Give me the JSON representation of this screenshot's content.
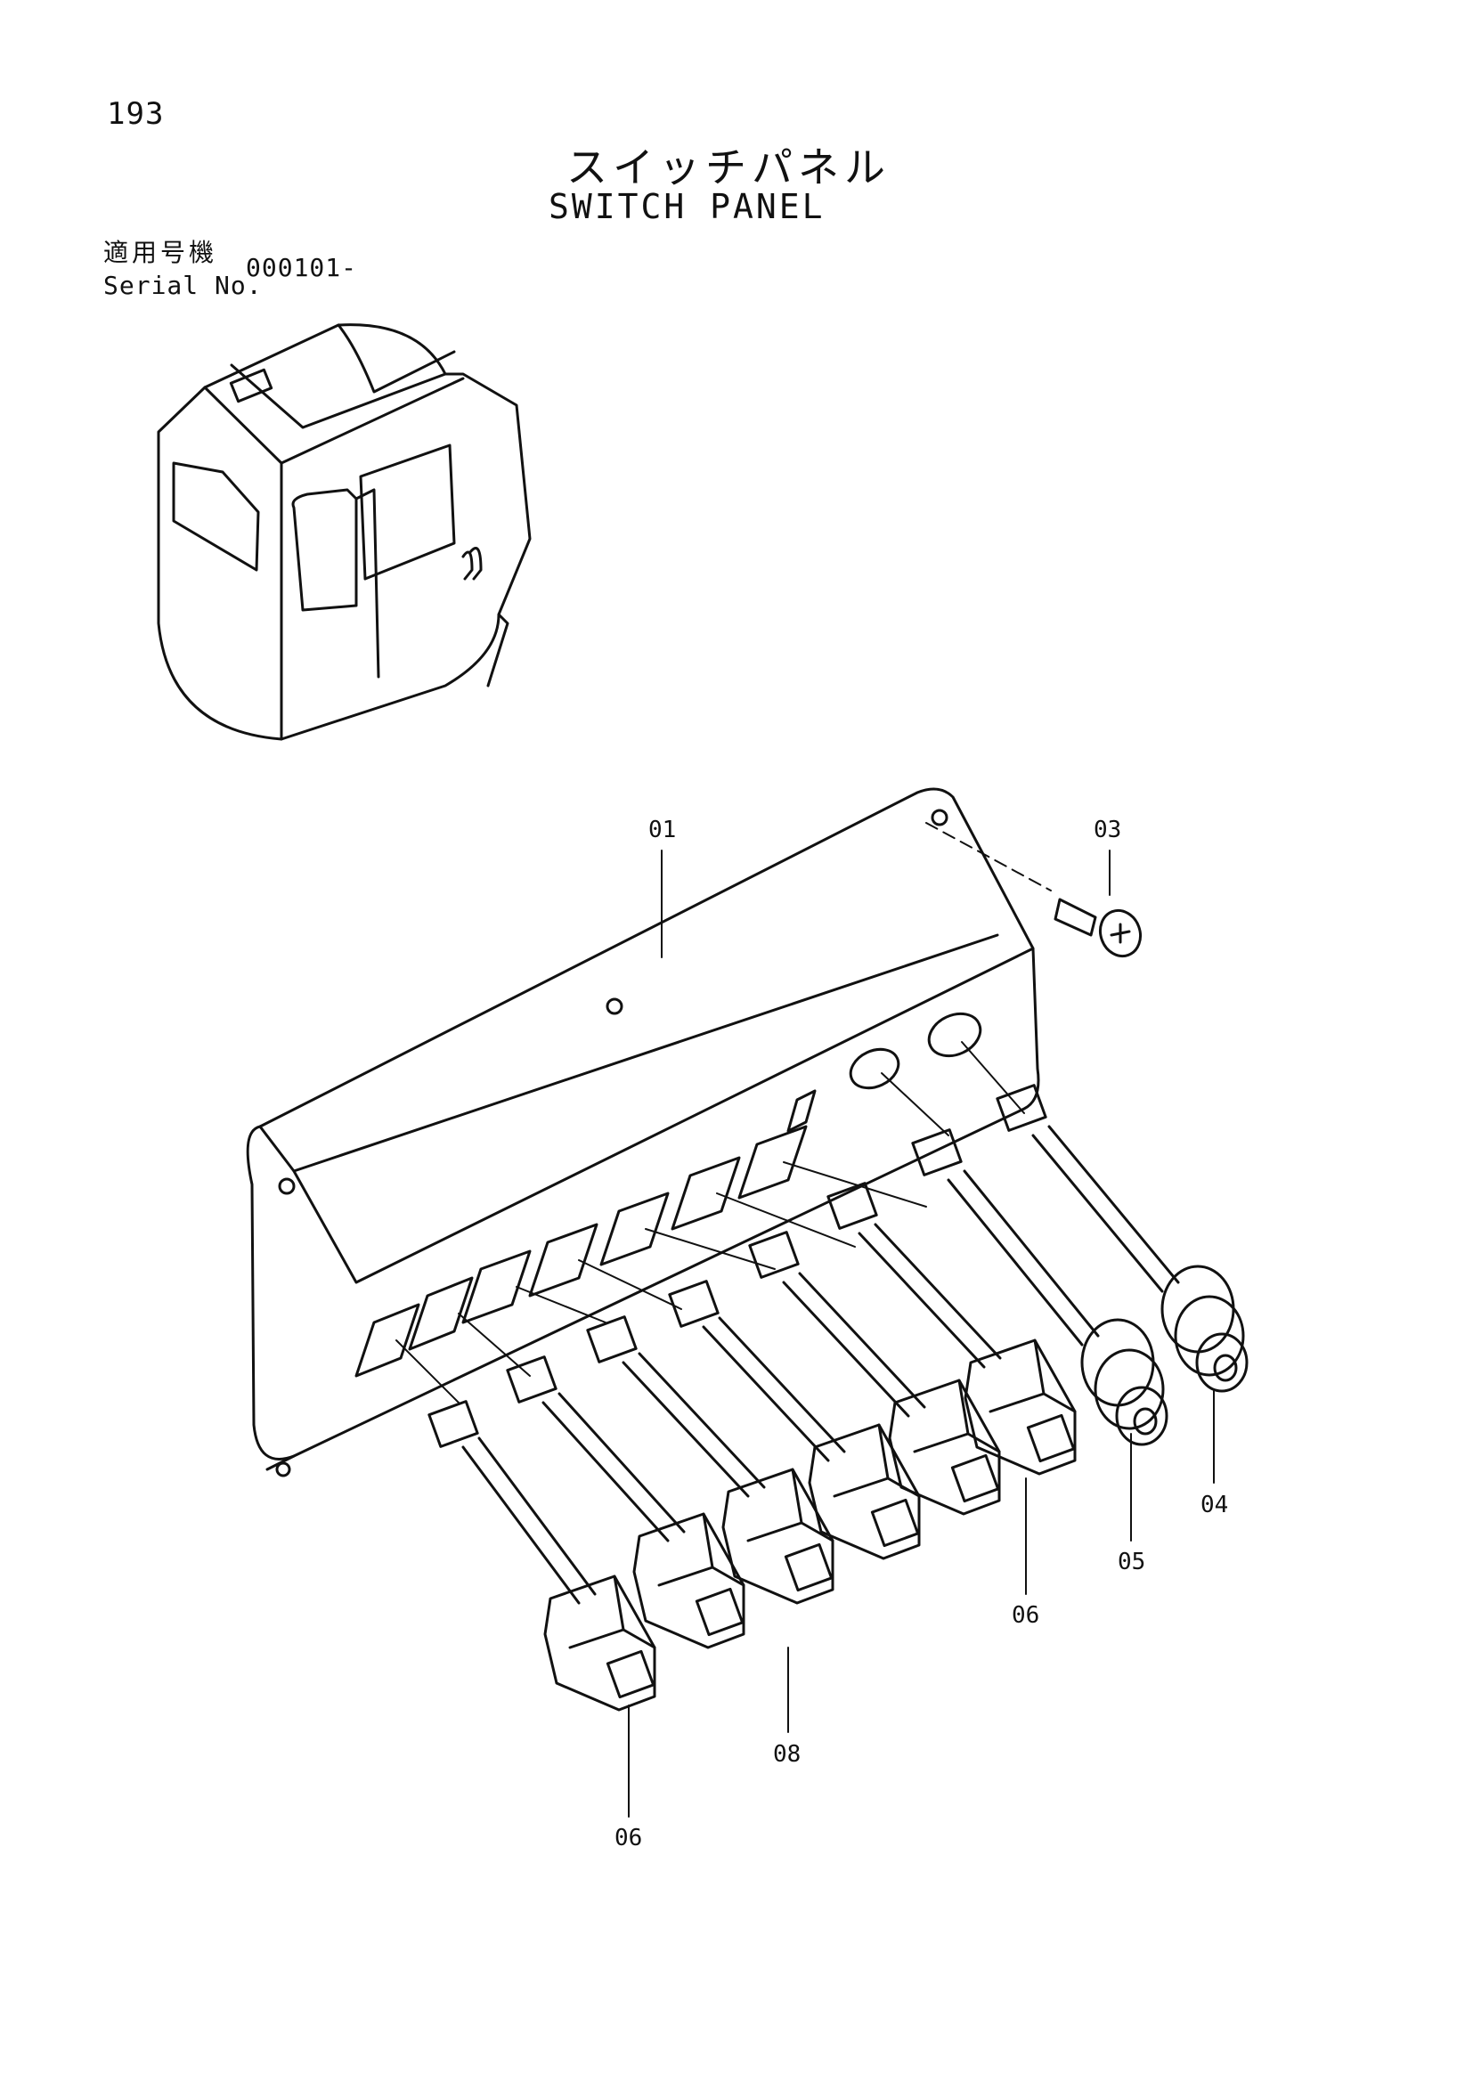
{
  "header": {
    "page_number": "193",
    "title_jp": "スイッチパネル",
    "title_en": "SWITCH PANEL",
    "serial_label_jp": "適用号機",
    "serial_label_en": "Serial No.",
    "serial_value": "000101-"
  },
  "callouts": {
    "c01": "01",
    "c03": "03",
    "c04": "04",
    "c05": "05",
    "c06a": "06",
    "c06b": "06",
    "c08": "08"
  }
}
